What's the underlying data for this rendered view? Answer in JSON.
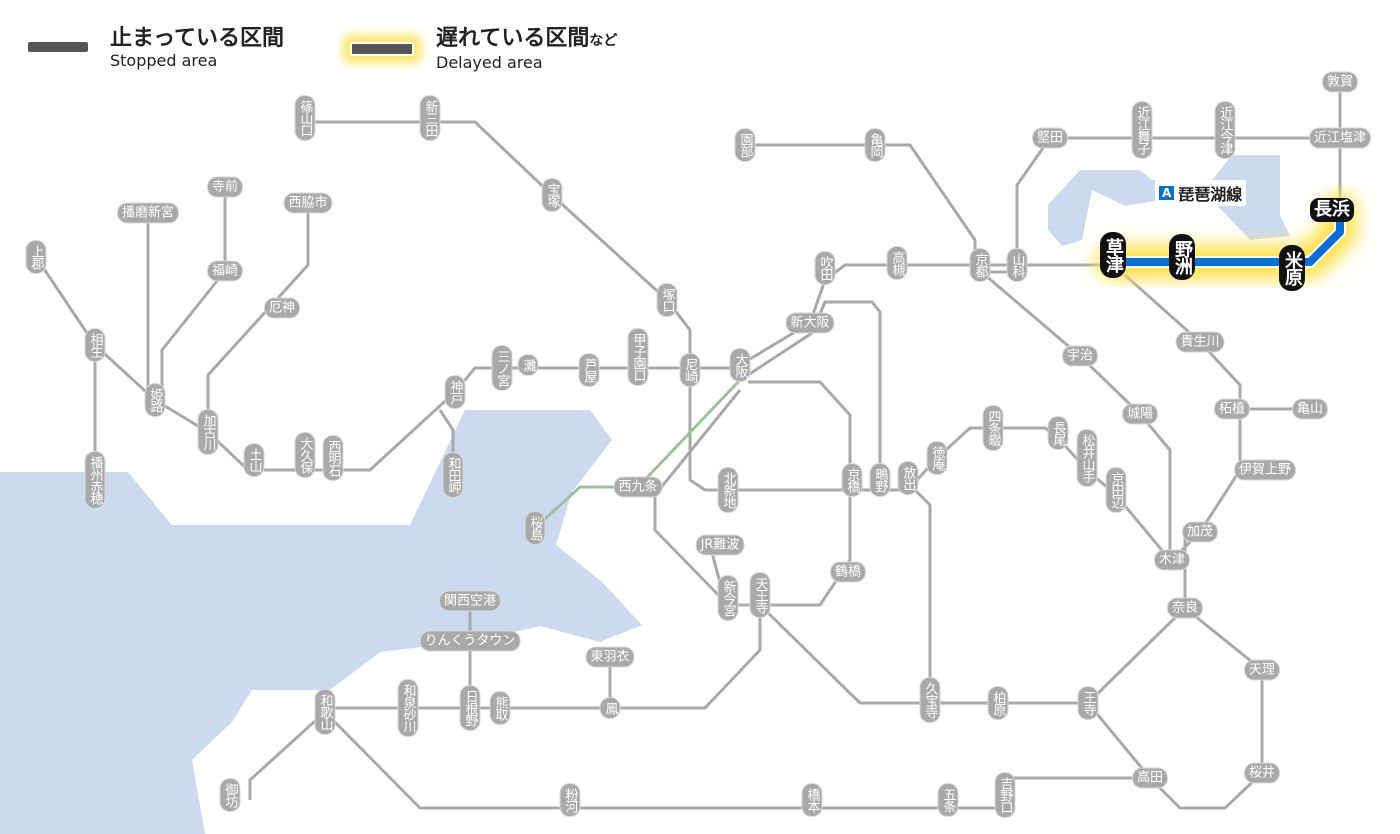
{
  "legend": {
    "stopped": {
      "jp": "止まっている区間",
      "en": "Stopped area",
      "color": "#555555"
    },
    "delayed": {
      "jp": "遅れている区間",
      "jp_suffix": "など",
      "en": "Delayed area",
      "color": "#555555",
      "glow": "#ffe14a"
    }
  },
  "affected_line": {
    "badge": "A",
    "name": "琵琶湖線",
    "color": "#0a6fd1",
    "status": "delayed",
    "stations": [
      "草津",
      "野洲",
      "米原",
      "長浜"
    ]
  },
  "colors": {
    "line": "#a9a9a9",
    "water": "#cdd9ee",
    "station": "#a9a9a9",
    "affected_station": "#111111"
  },
  "stations": [
    "篠山口",
    "新三田",
    "宝塚",
    "塚口",
    "尼崎",
    "甲子園口",
    "芦屋",
    "灘",
    "三ノ宮",
    "神戸",
    "和田岬",
    "西明石",
    "大久保",
    "土山",
    "加古川",
    "姫路",
    "相生",
    "上郡",
    "播州赤穂",
    "播磨新宮",
    "寺前",
    "福崎",
    "西脇市",
    "厄神",
    "大阪",
    "新大阪",
    "吹田",
    "高槻",
    "京都",
    "山科",
    "園部",
    "亀岡",
    "堅田",
    "近江舞子",
    "近江今津",
    "近江塩津",
    "敦賀",
    "長浜",
    "米原",
    "野洲",
    "草津",
    "貴生川",
    "柘植",
    "亀山",
    "伊賀上野",
    "加茂",
    "木津",
    "奈良",
    "天理",
    "桜井",
    "高田",
    "王寺",
    "柏原",
    "久宝寺",
    "宇治",
    "城陽",
    "京田辺",
    "松井山手",
    "長尾",
    "四条畷",
    "徳庵",
    "放出",
    "鴫野",
    "京橋",
    "北新地",
    "西九条",
    "桜島",
    "JR難波",
    "新今宮",
    "天王寺",
    "鶴橋",
    "関西空港",
    "りんくうタウン",
    "日根野",
    "熊取",
    "東羽衣",
    "鳳",
    "和泉砂川",
    "和歌山",
    "御坊",
    "粉河",
    "橋本",
    "五条",
    "吉野口"
  ]
}
